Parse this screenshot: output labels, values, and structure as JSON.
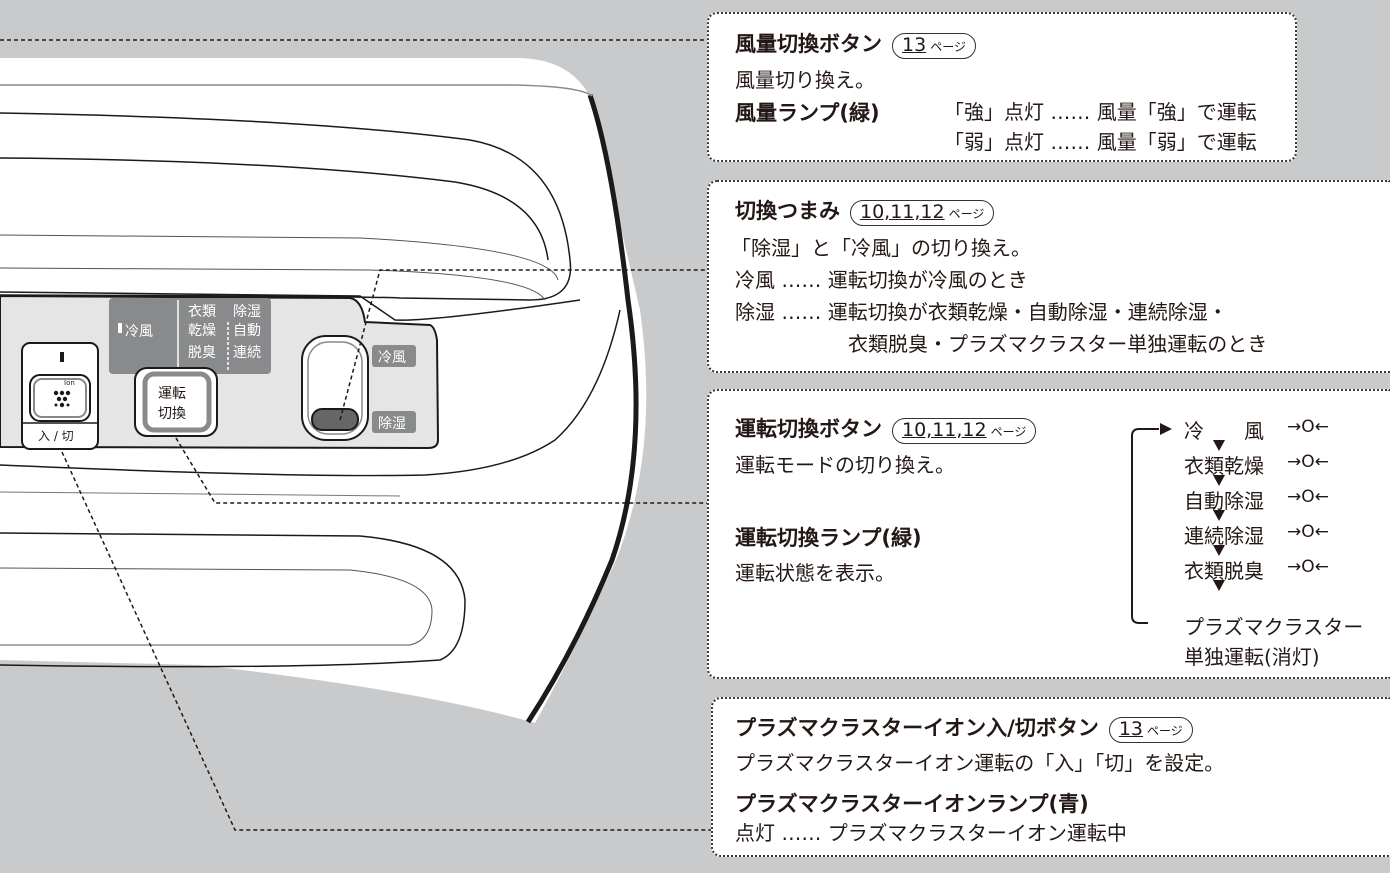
{
  "panel": {
    "cool_label": "冷風",
    "mode_grid": [
      "衣類",
      "除湿",
      "乾燥",
      "自動",
      "脱臭",
      "連続"
    ],
    "mode_button": [
      "運転",
      "切換"
    ],
    "power_button_label": "入 / 切",
    "ion_label": "Ion",
    "knob_cool": "冷風",
    "knob_dehumid": "除湿"
  },
  "fan": {
    "title": "風量切換ボタン",
    "page_num": "13",
    "page_suffix": "ページ",
    "desc": "風量切り換え。",
    "lamp_title": "風量ランプ(緑)",
    "lamp_lines": [
      "「強」点灯 …… 風量「強」で運転",
      "「弱」点灯 …… 風量「弱」で運転"
    ]
  },
  "knob": {
    "title": "切換つまみ",
    "page_num": "10,11,12",
    "page_suffix": "ページ",
    "desc": "「除湿」と「冷風」の切り換え。",
    "line1": "冷風 …… 運転切換が冷風のとき",
    "line2": "除湿 …… 運転切換が衣類乾燥・自動除湿・連続除湿・",
    "line3": "衣類脱臭・プラズマクラスター単独運転のとき"
  },
  "mode": {
    "title": "運転切換ボタン",
    "page_num": "10,11,12",
    "page_suffix": "ページ",
    "desc": "運転モードの切り換え。",
    "lamp_title": "運転切換ランプ(緑)",
    "lamp_desc": "運転状態を表示。",
    "cycle": [
      "冷　　風",
      "衣類乾燥",
      "自動除湿",
      "連続除湿",
      "衣類脱臭",
      "プラズマクラスター",
      "単独運転(消灯)"
    ],
    "lamp_symbol": "→O←"
  },
  "ion": {
    "title": "プラズマクラスターイオン入/切ボタン",
    "page_num": "13",
    "page_suffix": "ページ",
    "desc": "プラズマクラスターイオン運転の「入」「切」を設定。",
    "lamp_title": "プラズマクラスターイオンランプ(青)",
    "lamp_line": "点灯 …… プラズマクラスターイオン運転中"
  }
}
